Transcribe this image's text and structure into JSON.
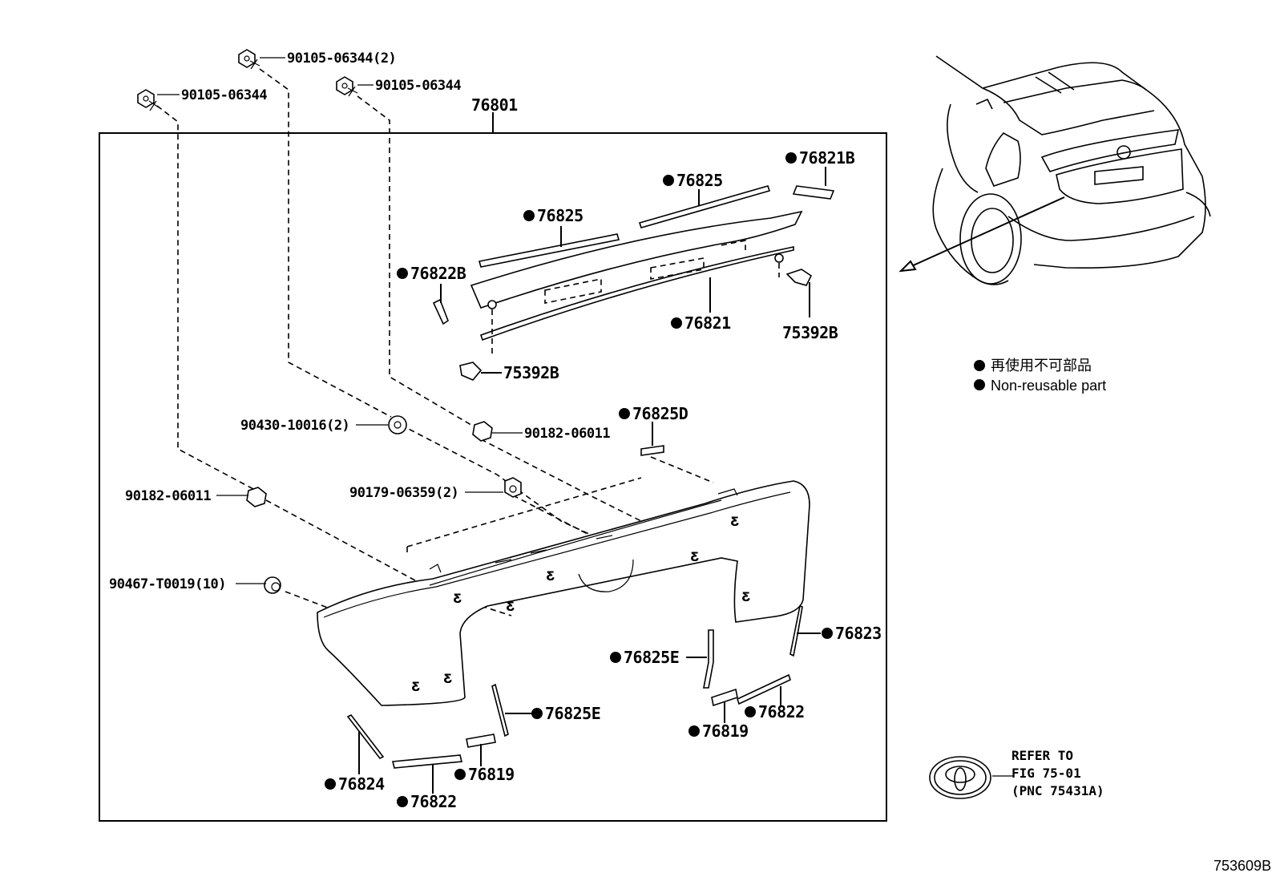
{
  "top_fasteners": {
    "bolt_a": "90105-06344",
    "bolt_b": "90105-06344(2)",
    "bolt_c": "90105-06344"
  },
  "assembly": {
    "number": "76801"
  },
  "upper_parts": {
    "p76821B": "76821B",
    "p76825_a": "76825",
    "p76825_b": "76825",
    "p76822B": "76822B",
    "p76821": "76821",
    "p75392B_a": "75392B",
    "p75392B_b": "75392B"
  },
  "mid_fasteners": {
    "f90430": "90430-10016(2)",
    "f90182_a": "90182-06011",
    "f76825D": "76825D",
    "f90182_b": "90182-06011",
    "f90179": "90179-06359(2)",
    "f90467": "90467-T0019(10)"
  },
  "lower_parts": {
    "p76823": "76823",
    "p76825E_a": "76825E",
    "p76825E_b": "76825E",
    "p76822_a": "76822",
    "p76819_a": "76819",
    "p76824": "76824",
    "p76822_b": "76822",
    "p76819_b": "76819"
  },
  "legend": {
    "line_ja": "再使用不可部品",
    "line_en": "Non-reusable part"
  },
  "refer": {
    "line1": "REFER TO",
    "line2": "FIG 75-01",
    "line3": "(PNC 75431A)"
  },
  "figure_id": "753609B"
}
